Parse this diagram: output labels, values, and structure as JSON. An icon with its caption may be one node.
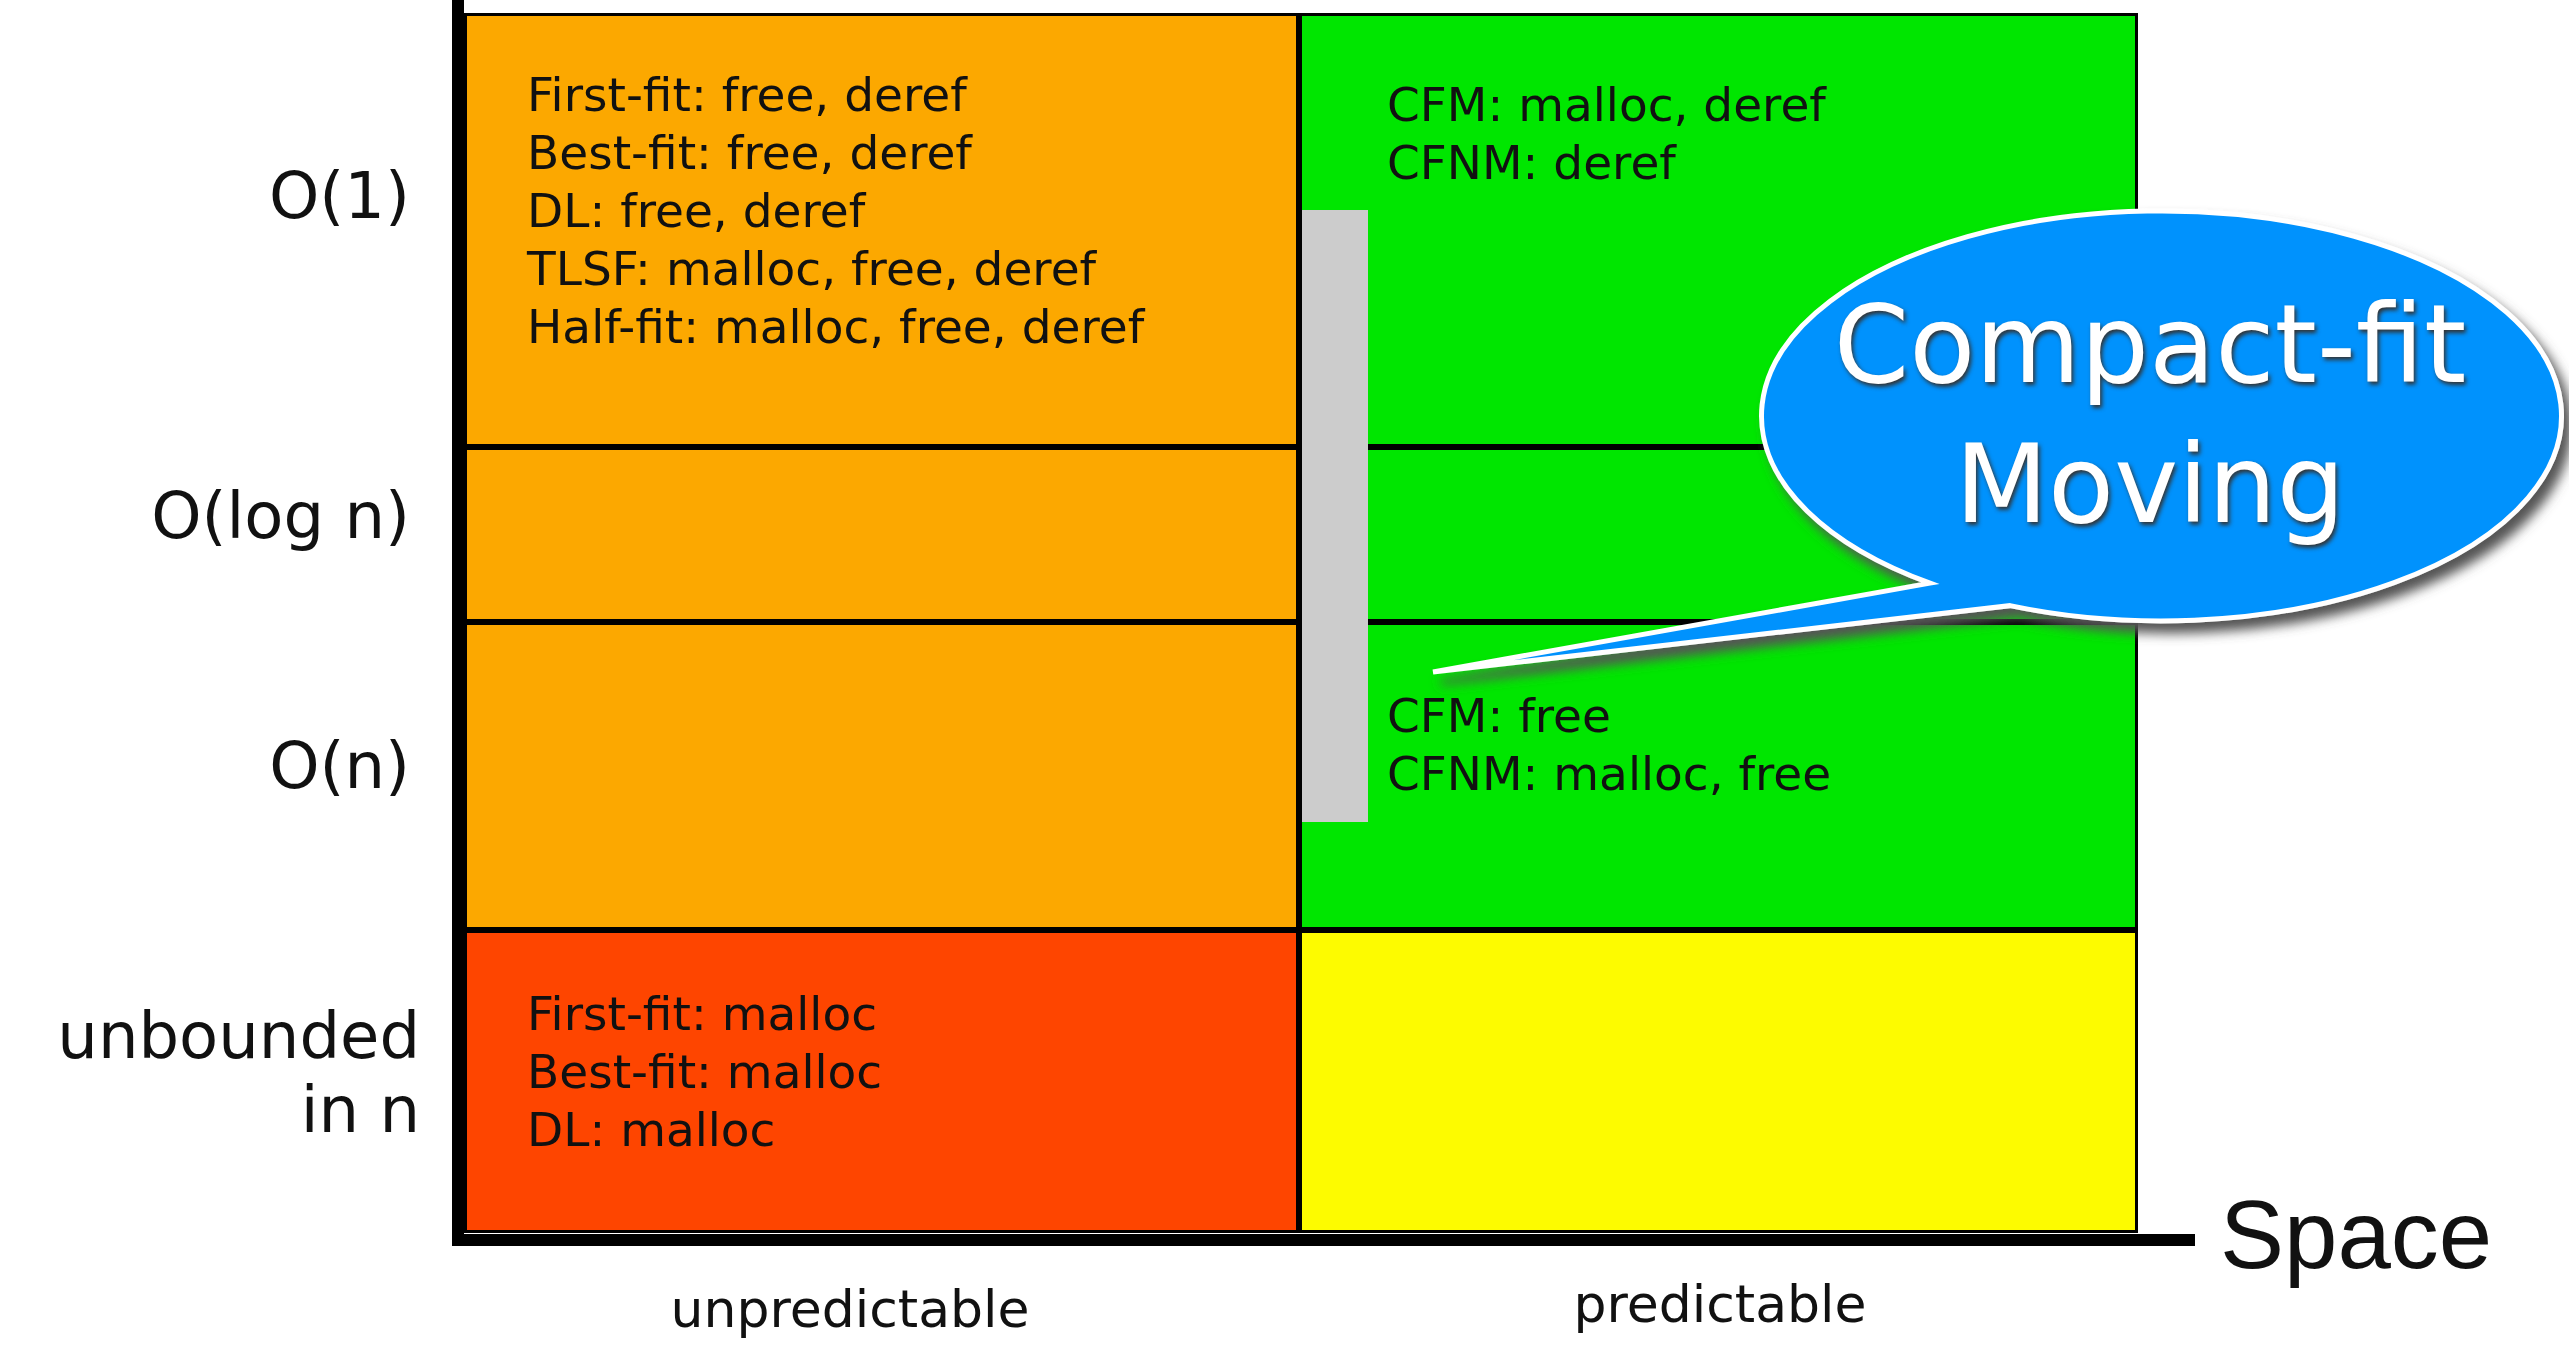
{
  "diagram": {
    "nodes": [
      {
        "text": [
          "First-fit: free, deref",
          "Best-fit: free, deref",
          "DL: free, deref",
          "TLSF: malloc, free, deref",
          "Half-fit: malloc, free, deref"
        ]
      },
      {
        "text": [],
        "shape": "box"
      },
      {
        "text": [],
        "shape": "box"
      },
      {
        "text": [
          "First-fit: malloc",
          "Best-fit: malloc",
          "DL: malloc"
        ]
      },
      {
        "text": [
          "CFM: malloc, deref",
          "CFNM: deref"
        ]
      },
      {
        "text": [],
        "shape": "box"
      },
      {
        "text": [
          "CFM: free",
          "CFNM: malloc, free"
        ]
      },
      {
        "text": [],
        "shape": "box"
      },
      {
        "text": [],
        "shape": "bar"
      },
      {
        "text": [
          "Compact-fit Moving"
        ]
      }
    ],
    "edges": [],
    "labels": [
      "O(1)",
      "O(log n)",
      "O(n)",
      "unbounded in n",
      "Space",
      "unpredictable",
      "predictable"
    ]
  }
}
